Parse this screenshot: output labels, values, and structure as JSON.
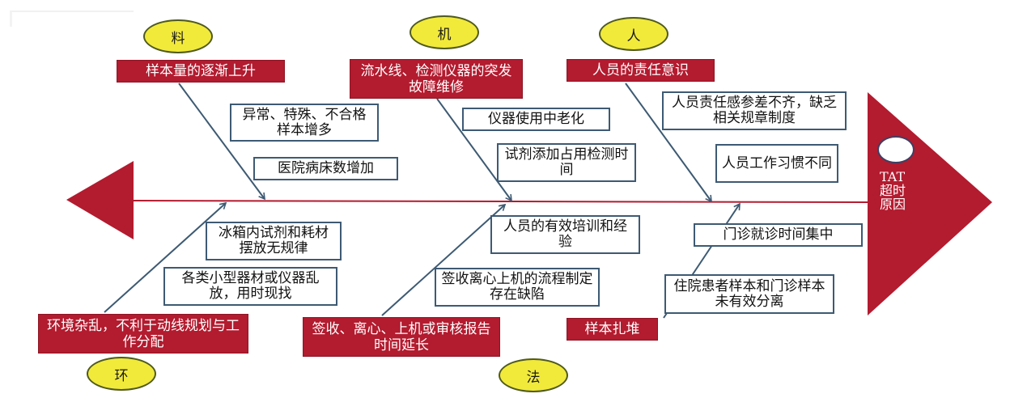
{
  "title": "TAT超时原因鱼骨图",
  "head": {
    "lines": [
      "TAT",
      "超时",
      "原因"
    ]
  },
  "colors": {
    "spine": "#b31b2f",
    "head": "#b31b2f",
    "category_fill": "#f2ea3a",
    "bone": "#3d5a73"
  },
  "categories": {
    "material": {
      "label": "料",
      "main_cause": "样本量的逐渐上升",
      "sub_causes": [
        "异常、特殊、不合格样本增多",
        "医院病床数增加"
      ]
    },
    "machine": {
      "label": "机",
      "main_cause": "流水线、检测仪器的突发故障维修",
      "sub_causes": [
        "仪器使用中老化",
        "试剂添加占用检测时间"
      ]
    },
    "people": {
      "label": "人",
      "main_cause": "人员的责任意识",
      "sub_causes": [
        "人员责任感参差不齐，缺乏相关规章制度",
        "人员工作习惯不同"
      ]
    },
    "environment": {
      "label": "环",
      "main_cause": "环境杂乱，不利于动线规划与工作分配",
      "sub_causes": [
        "冰箱内试剂和耗材摆放无规律",
        "各类小型器材或仪器乱放，用时现找"
      ]
    },
    "method": {
      "label": "法",
      "main_cause": "签收、离心、上机或审核报告时间延长",
      "sub_causes": [
        "人员的有效培训和经验",
        "签收离心上机的流程制定存在缺陷"
      ]
    },
    "sample": {
      "main_cause": "样本扎堆",
      "sub_causes": [
        "门诊就诊时间集中",
        "住院患者样本和门诊样本未有效分离"
      ]
    }
  }
}
